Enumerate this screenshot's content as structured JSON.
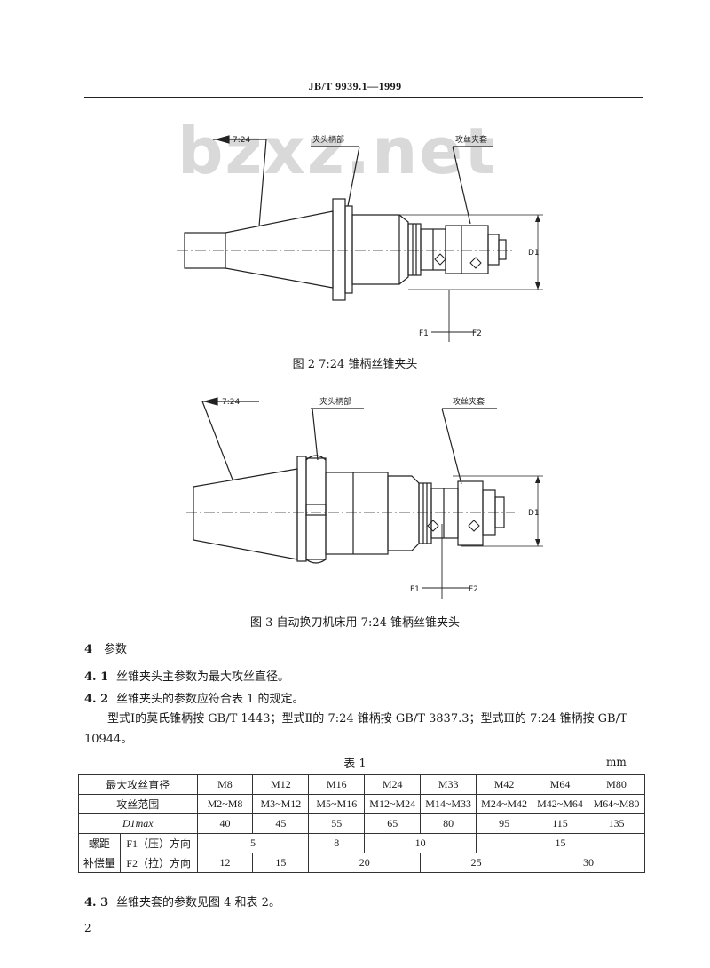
{
  "header": {
    "standard_code": "JB/T  9939.1—1999"
  },
  "watermark": "bzxz.net",
  "figure2": {
    "taper_label": "7:24",
    "shank_label": "夹头柄部",
    "sleeve_label": "攻丝夹套",
    "dim_label": "D1",
    "f1_label": "F1",
    "f2_label": "F2",
    "caption": "图 2    7:24 锥柄丝锥夹头"
  },
  "figure3": {
    "taper_label": "7:24",
    "shank_label": "夹头柄部",
    "sleeve_label": "攻丝夹套",
    "dim_label": "D1",
    "f1_label": "F1",
    "f2_label": "F2",
    "caption": "图 3    自动换刀机床用 7:24 锥柄丝锥夹头"
  },
  "section4": {
    "heading_num": "4",
    "heading_text": "参数",
    "p41_num": "4. 1",
    "p41_text": "丝锥夹头主参数为最大攻丝直径。",
    "p42_num": "4. 2",
    "p42_text": "丝锥夹头的参数应符合表 1 的规定。",
    "p42_body": "型式Ⅰ的莫氏锥柄按 GB/T  1443；型式Ⅱ的 7:24 锥柄按 GB/T  3837.3；型式Ⅲ的 7:24 锥柄按 GB/T 10944。",
    "p43_num": "4. 3",
    "p43_text": "丝锥夹套的参数见图 4 和表 2。"
  },
  "table1": {
    "title": "表  1",
    "unit": "mm",
    "row_max_label": "最大攻丝直径",
    "max_diameters": [
      "M8",
      "M12",
      "M16",
      "M24",
      "M33",
      "M42",
      "M64",
      "M80"
    ],
    "row_range_label": "攻丝范围",
    "ranges": [
      "M2~M8",
      "M3~M12",
      "M5~M16",
      "M12~M24",
      "M14~M33",
      "M24~M42",
      "M42~M64",
      "M64~M80"
    ],
    "row_d_label": "D1max",
    "d_values": [
      "40",
      "45",
      "55",
      "65",
      "80",
      "95",
      "115",
      "135"
    ],
    "pitch_label": "螺距",
    "f1_label": "F1（压）方向",
    "f1_values": [
      "5",
      "8",
      "10",
      "15"
    ],
    "comp_label": "补偿量",
    "f2_label": "F2（拉）方向",
    "f2_values": [
      "12",
      "15",
      "20",
      "25",
      "30"
    ]
  },
  "page_number": "2"
}
